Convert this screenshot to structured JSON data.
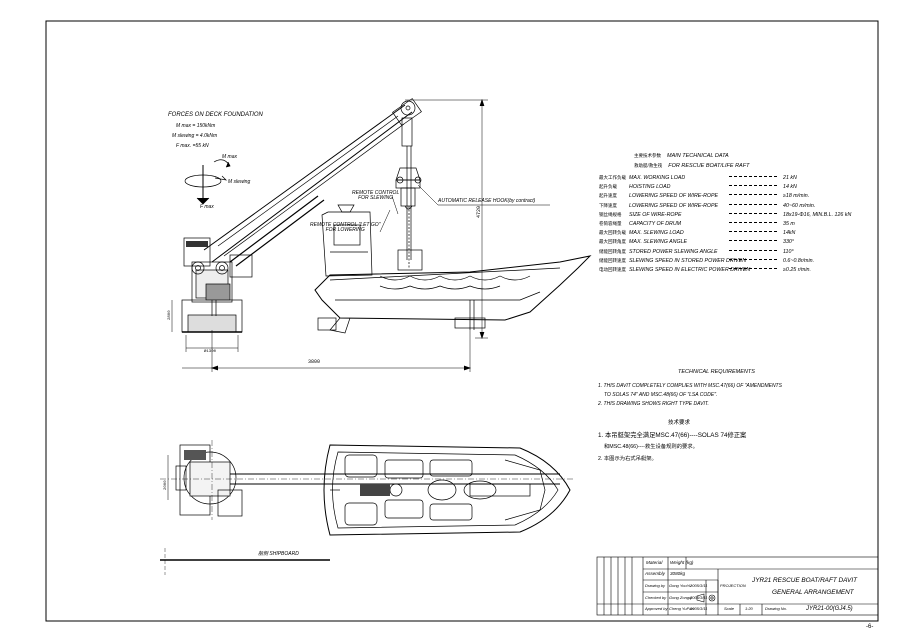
{
  "forces": {
    "title": "FORCES ON DECK FOUNDATION",
    "line1": "M max = 150kNm",
    "line2": "M slewing = 4.0kNm",
    "line3": "F max. =55 kN",
    "m_label": "M max",
    "m_slewing": "M slewing",
    "f_label": "F max"
  },
  "callouts": {
    "remote_slewing": "REMOTE CONTROL\nFOR SLEWING",
    "remote_letgo": "REMOTE CONTROL \"LET GO\"\nFOR LOWERING",
    "auto_release": "AUTOMATIC RELEASE HOOK(by contract)"
  },
  "dimensions": {
    "height": "4720",
    "outreach": "3800",
    "base_width": "Ø1300",
    "side_small": "2800",
    "plan_small": "2000"
  },
  "main_data": {
    "title_cn": "主要技术参数",
    "title": "MAIN TECHNICAL DATA",
    "subtitle_cn": "救助艇/救生筏",
    "subtitle": "FOR RESCUE BOAT/LIFE RAFT",
    "rows": [
      {
        "cn": "最大工作负载",
        "label": "MAX. WORKING LOAD",
        "value": "21 kN"
      },
      {
        "cn": "起升负载",
        "label": "HOISTING LOAD",
        "value": "14 kN"
      },
      {
        "cn": "起升速度",
        "label": "LOWERING SPEED OF WIRE-ROPE",
        "value": "≥18 m/min."
      },
      {
        "cn": "下降速度",
        "label": "LOWERING SPEED OF WIRE-ROPE",
        "value": "40~60 m/min."
      },
      {
        "cn": "钢丝绳规格",
        "label": "SIZE OF WIRE-ROPE",
        "value": "18x19-Φ16, MIN.B.L. 126 kN"
      },
      {
        "cn": "卷筒容绳量",
        "label": "CAPACITY OF DRUM",
        "value": "35 m"
      },
      {
        "cn": "最大回转负载",
        "label": "MAX. SLEWING LOAD",
        "value": "14kN"
      },
      {
        "cn": "最大回转角度",
        "label": "MAX. SLEWING ANGLE",
        "value": "330°"
      },
      {
        "cn": "储能回转角度",
        "label": "STORED POWER SLEWING ANGLE",
        "value": "110°"
      },
      {
        "cn": "储能回转速度",
        "label": "SLEWING SPEED IN STORED POWER DRIVEN",
        "value": "0.6~0.8r/min."
      },
      {
        "cn": "电动回转速度",
        "label": "SLEWING SPEED IN ELECTRIC POWER DRIVEN",
        "value": "≥0.25 r/min."
      }
    ]
  },
  "tech_req": {
    "title": "TECHNICAL REQUIREMENTS",
    "line1": "1. THIS  DAVIT COMPLETELY COMPLIES WITH MSC.47(66) OF \"AMENDMENTS",
    "line2": "TO SOLAS 74\" AND MSC.48(66) OF \"LSA CODE\".",
    "line3": "2. THIS DRAWING SHOWS RIGHT TYPE DAVIT.",
    "cn_title": "技术要求",
    "cn1": "1. 本吊艇架完全满足MSC.47(66)----SOLAS 74修正案",
    "cn2": "和MSC.48(66)----救生设备规则的要求。",
    "cn3": "2. 本图示为右式吊艇架。"
  },
  "plan_label": "船侧 SHIPBOARD",
  "title_block": {
    "material": "Material",
    "weight": "Weight (kg)",
    "assembly": "Assembly",
    "assembly_weight": "3080kg",
    "drawn_by": "Drawing by",
    "drawn_name": "Gong YouYu",
    "checked_by": "Checked by",
    "checked_name": "Gong Zongqi",
    "approved_by": "Approved by",
    "approved_name": "Cheng YuPan",
    "date1": "2005/3/11",
    "date2": "2005/3/11",
    "date3": "2005/3/11",
    "projection": "PROJECTION",
    "scale_label": "Scale",
    "scale": "1:20",
    "drawing_no_label": "Drawing No.",
    "title_line1": "JYR21 RESCUE BOAT/RAFT DAVIT",
    "title_line2": "GENERAL ARRANGEMENT",
    "drawing_no": "JYR21-00(GJ4.5)"
  },
  "page_number": "-6-"
}
